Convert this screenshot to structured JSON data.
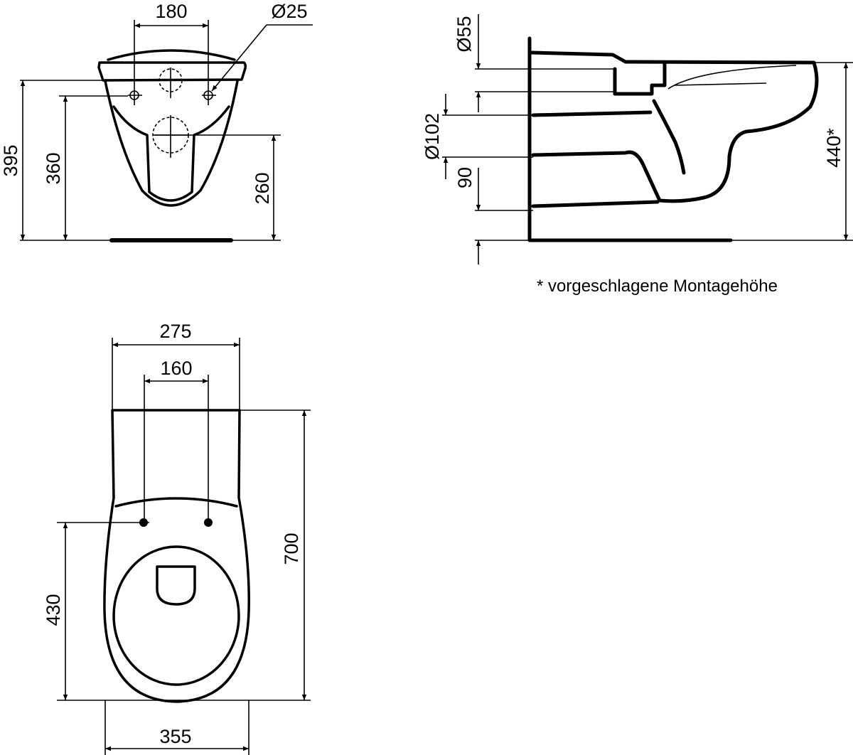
{
  "front_view": {
    "dims": {
      "hole_spacing": "180",
      "hole_diameter": "Ø25",
      "height_395": "395",
      "height_360": "360",
      "height_260": "260"
    }
  },
  "side_view": {
    "dims": {
      "inlet_diameter": "Ø55",
      "outlet_diameter": "Ø102",
      "outlet_height": "90",
      "mounting_height": "440*"
    },
    "footnote": "* vorgeschlagene Montagehöhe"
  },
  "top_view": {
    "dims": {
      "width_top": "275",
      "hole_spacing": "160",
      "length": "700",
      "hole_to_front": "430",
      "width_max": "355"
    }
  },
  "colors": {
    "line": "#000000",
    "background": "#ffffff"
  }
}
